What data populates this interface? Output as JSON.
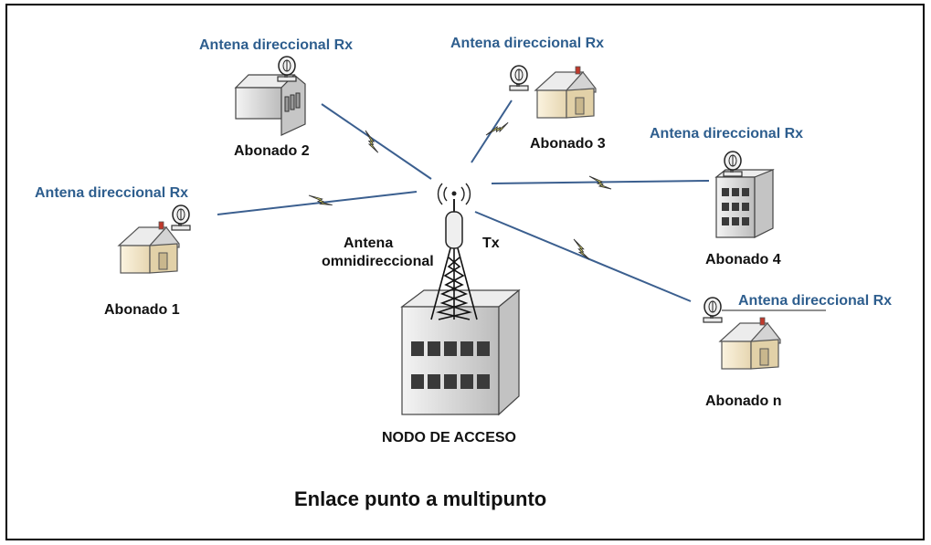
{
  "antenna_label": "Antena direccional Rx",
  "subscribers": {
    "s1": "Abonado 1",
    "s2": "Abonado 2",
    "s3": "Abonado 3",
    "s4": "Abonado 4",
    "sn": "Abonado n"
  },
  "omni_label_line1": "Antena",
  "omni_label_line2": "omnidireccional",
  "tx_label": "Tx",
  "node_label": "NODO DE ACCESO",
  "title": "Enlace punto a multipunto",
  "colors": {
    "link_line": "#3b5f8f",
    "bolt_fill": "#f2f06b",
    "label_blue": "#2e5e8e",
    "house_wall": "#f3e6c8",
    "roof": "#e8e8e8",
    "building": "#d9d9d9"
  }
}
